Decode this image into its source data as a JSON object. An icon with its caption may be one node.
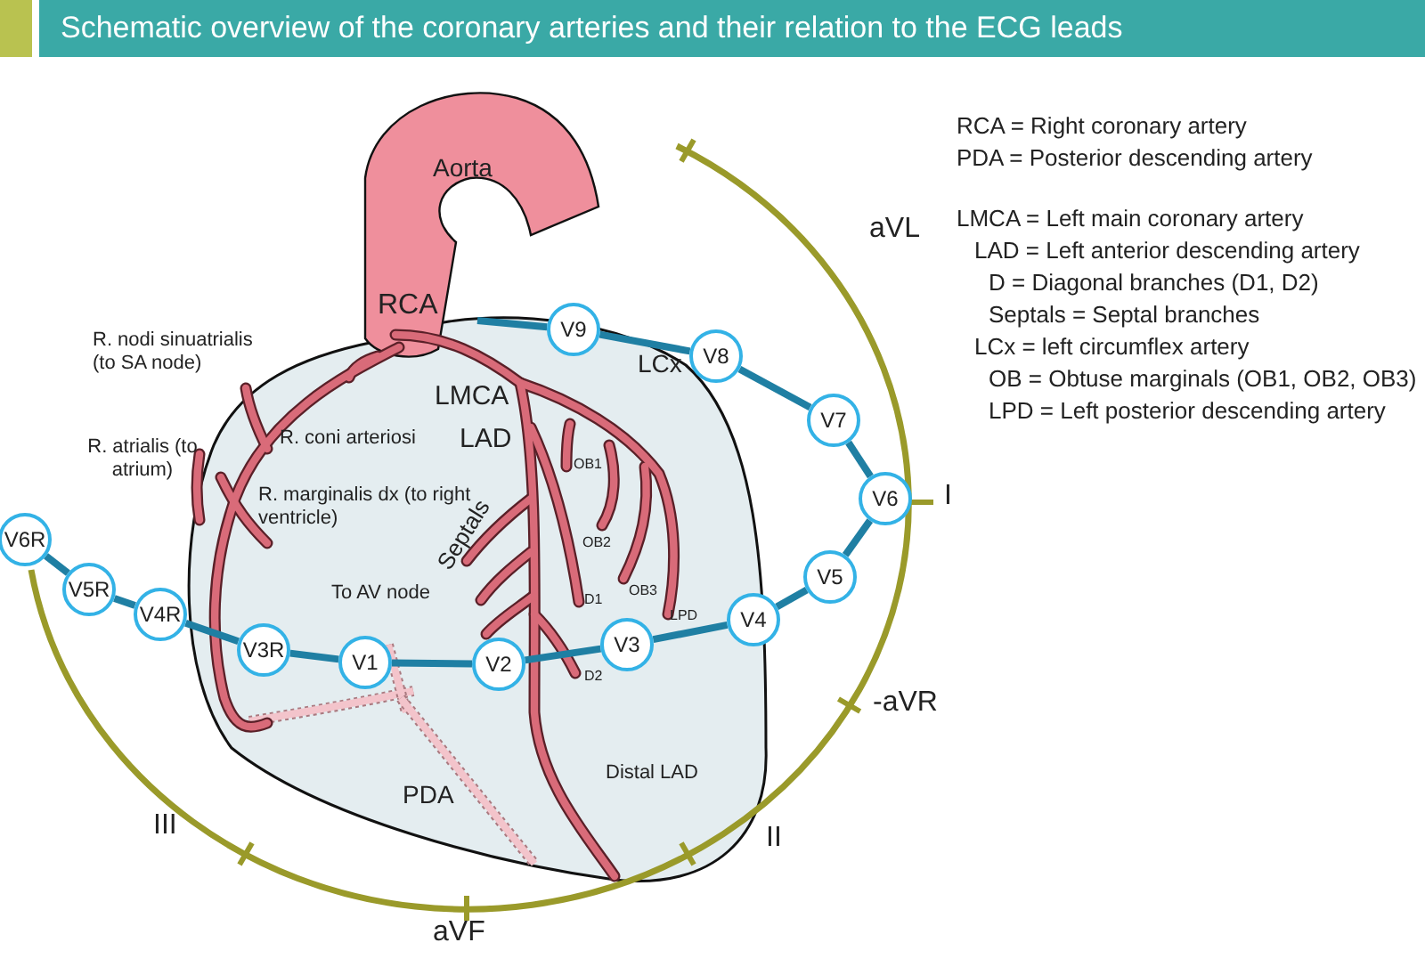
{
  "diagram": {
    "title": "Schematic overview of the coronary arteries and their relation to the ECG leads",
    "nodes": [
      {
        "text": [
          "V6R"
        ]
      },
      {
        "text": [
          "V5R"
        ]
      },
      {
        "text": [
          "V4R"
        ]
      },
      {
        "text": [
          "V3R"
        ]
      },
      {
        "text": [
          "V1"
        ]
      },
      {
        "text": [
          "V2"
        ]
      },
      {
        "text": [
          "V3"
        ]
      },
      {
        "text": [
          "V4"
        ]
      },
      {
        "text": [
          "V5"
        ]
      },
      {
        "text": [
          "V6"
        ]
      },
      {
        "text": [
          "V7"
        ]
      },
      {
        "text": [
          "V8"
        ]
      },
      {
        "text": [
          "V9"
        ]
      }
    ],
    "edges": [
      {
        "from": 0,
        "to": 1,
        "arrow": "none"
      },
      {
        "from": 1,
        "to": 2,
        "arrow": "none"
      },
      {
        "from": 2,
        "to": 3,
        "arrow": "none"
      },
      {
        "from": 3,
        "to": 4,
        "arrow": "none"
      },
      {
        "from": 4,
        "to": 5,
        "arrow": "none"
      },
      {
        "from": 5,
        "to": 6,
        "arrow": "none"
      },
      {
        "from": 6,
        "to": 7,
        "arrow": "none"
      },
      {
        "from": 7,
        "to": 8,
        "arrow": "none"
      },
      {
        "from": 8,
        "to": 9,
        "arrow": "none"
      },
      {
        "from": 9,
        "to": 10,
        "arrow": "none"
      },
      {
        "from": 10,
        "to": 11,
        "arrow": "none"
      },
      {
        "from": 11,
        "to": 12,
        "arrow": "none"
      },
      {
        "from": null,
        "to": 12,
        "arrow": "none"
      }
    ],
    "labels": [
      "Aorta",
      "RCA = Right coronary artery",
      "PDA = Posterior descending artery",
      "aVL",
      "LMCA = Left main coronary artery",
      "LAD = Left anterior descending artery",
      "D = Diagonal branches (D1, D2)",
      "Septals = Septal branches",
      "LCx = left circumflex artery",
      "OB = Obtuse marginals (OB1, OB2, OB3)",
      "LPD = Left posterior descending artery",
      "R. nodi sinuatrialis (to SA node)",
      "RCA",
      "LMCA",
      "LCx",
      "LAD",
      "R. coni arteriosi",
      "R. atrialis (to atrium)",
      "R. marginalis dx (to right ventricle)",
      "I",
      "OB1",
      "OB2",
      "OB3",
      "Septals",
      "D1",
      "To AV node",
      "LPD",
      "D2",
      "-aVR",
      "Distal LAD",
      "PDA",
      "II",
      "III",
      "aVF"
    ]
  }
}
